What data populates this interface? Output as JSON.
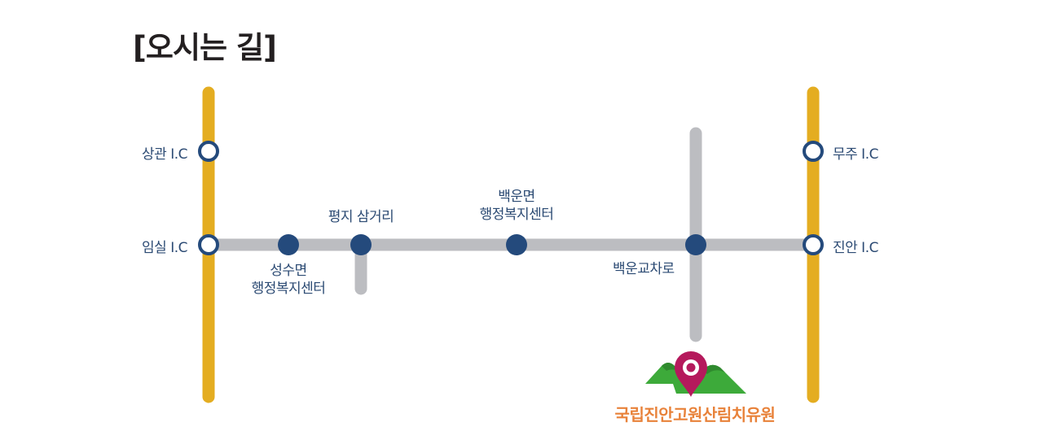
{
  "title": "[오시는 길]",
  "colors": {
    "highway": "#e4ad21",
    "road": "#bcbdc1",
    "node": "#244a7c",
    "node_fill_ic": "#ffffff",
    "destination_text": "#e8823a",
    "pin": "#b5195c",
    "mountain": "#3daa3a"
  },
  "interchanges": [
    {
      "id": "sanggwan",
      "label": "상관 I.C"
    },
    {
      "id": "imsil",
      "label": "임실 I.C"
    },
    {
      "id": "muju",
      "label": "무주 I.C"
    },
    {
      "id": "jinan",
      "label": "진안 I.C"
    }
  ],
  "stops": [
    {
      "id": "seongsu",
      "line1": "성수면",
      "line2": "행정복지센터"
    },
    {
      "id": "pyeongji",
      "label": "평지 삼거리"
    },
    {
      "id": "baegun",
      "line1": "백운면",
      "line2": "행정복지센터"
    },
    {
      "id": "baegun_cross",
      "label": "백운교차로"
    }
  ],
  "destination": {
    "label": "국립진안고원산림치유원",
    "icon": "map-pin-icon"
  }
}
